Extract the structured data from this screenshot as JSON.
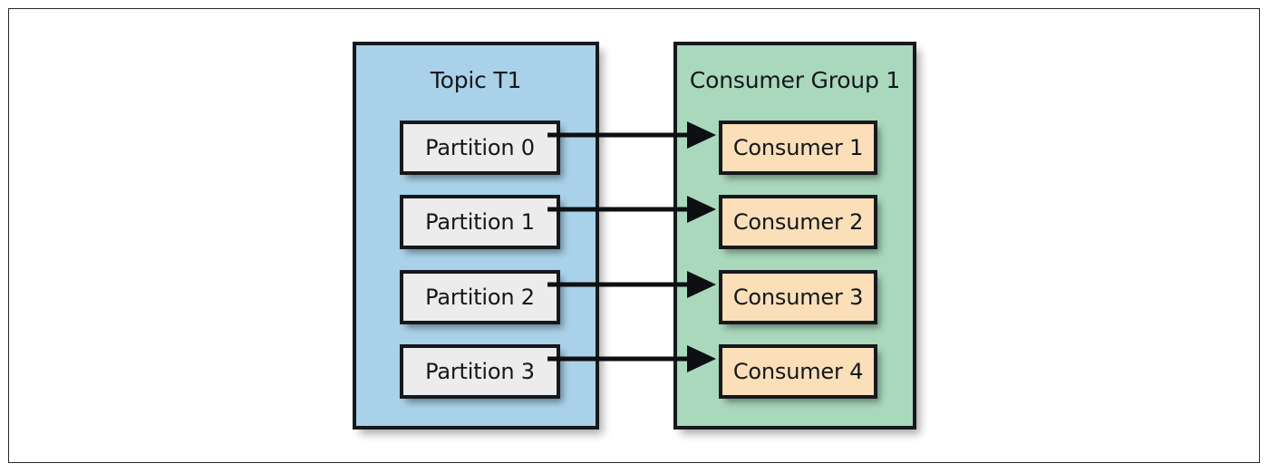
{
  "figure": {
    "type": "diagram",
    "kind": "kafka-topic-consumer-group-mapping",
    "background_color": "#ffffff",
    "frame_color": "#26272b"
  },
  "topic_group": {
    "title": "Topic T1",
    "fill_color": "#a9d1e9",
    "border_color": "#16181c",
    "partitions": [
      {
        "label": "Partition 0"
      },
      {
        "label": "Partition 1"
      },
      {
        "label": "Partition 2"
      },
      {
        "label": "Partition 3"
      }
    ],
    "partition_fill_color": "#ececec"
  },
  "consumer_group": {
    "title": "Consumer Group 1",
    "fill_color": "#a9d8bd",
    "border_color": "#16181c",
    "consumers": [
      {
        "label": "Consumer 1"
      },
      {
        "label": "Consumer 2"
      },
      {
        "label": "Consumer 3"
      },
      {
        "label": "Consumer 4"
      }
    ],
    "consumer_fill_color": "#fadfb8"
  },
  "connections": [
    {
      "from": "Partition 0",
      "to": "Consumer 1"
    },
    {
      "from": "Partition 1",
      "to": "Consumer 2"
    },
    {
      "from": "Partition 2",
      "to": "Consumer 3"
    },
    {
      "from": "Partition 3",
      "to": "Consumer 4"
    }
  ],
  "arrow_color": "#0d0f12"
}
